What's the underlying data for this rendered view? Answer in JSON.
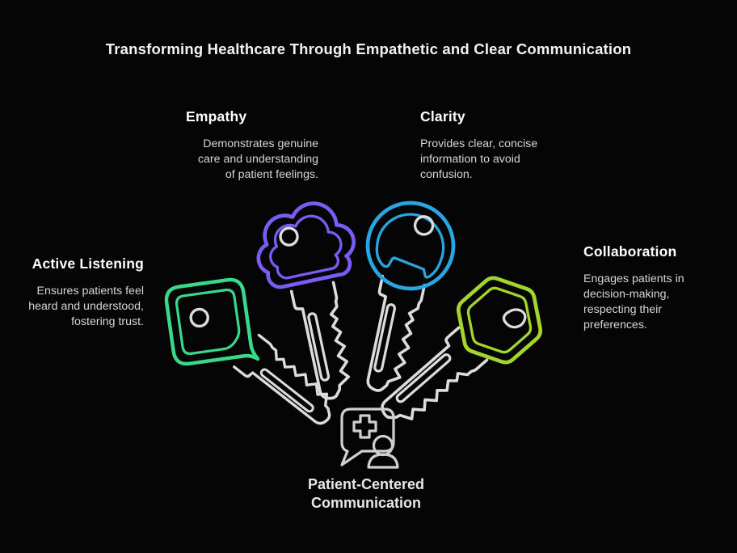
{
  "title": "Transforming Healthcare Through Empathetic and Clear Communication",
  "sections": [
    {
      "id": "active-listening",
      "label": "Active Listening",
      "color": "#38d98b",
      "key_head_shape": "rounded-square",
      "lines": [
        "Ensures patients feel",
        "heard and understood,",
        "fostering trust."
      ]
    },
    {
      "id": "empathy",
      "label": "Empathy",
      "color": "#7a5cf2",
      "key_head_shape": "cloud",
      "lines": [
        "Demonstrates genuine",
        "care and understanding",
        "of patient feelings."
      ]
    },
    {
      "id": "clarity",
      "label": "Clarity",
      "color": "#29a6e0",
      "key_head_shape": "circle",
      "lines": [
        "Provides clear, concise",
        "information to avoid",
        "confusion."
      ]
    },
    {
      "id": "collaboration",
      "label": "Collaboration",
      "color": "#a3d52b",
      "key_head_shape": "hexagon",
      "lines": [
        "Engages patients in",
        "decision-making,",
        "respecting their",
        "preferences."
      ]
    }
  ],
  "center": {
    "icon": "medical-chat-with-person",
    "lines": [
      "Patient-Centered",
      "Communication"
    ]
  },
  "colors": {
    "background": "#050505",
    "heading_text": "#ffffff",
    "body_text": "#d6d6d6",
    "line_art": "#dcdcdc"
  }
}
